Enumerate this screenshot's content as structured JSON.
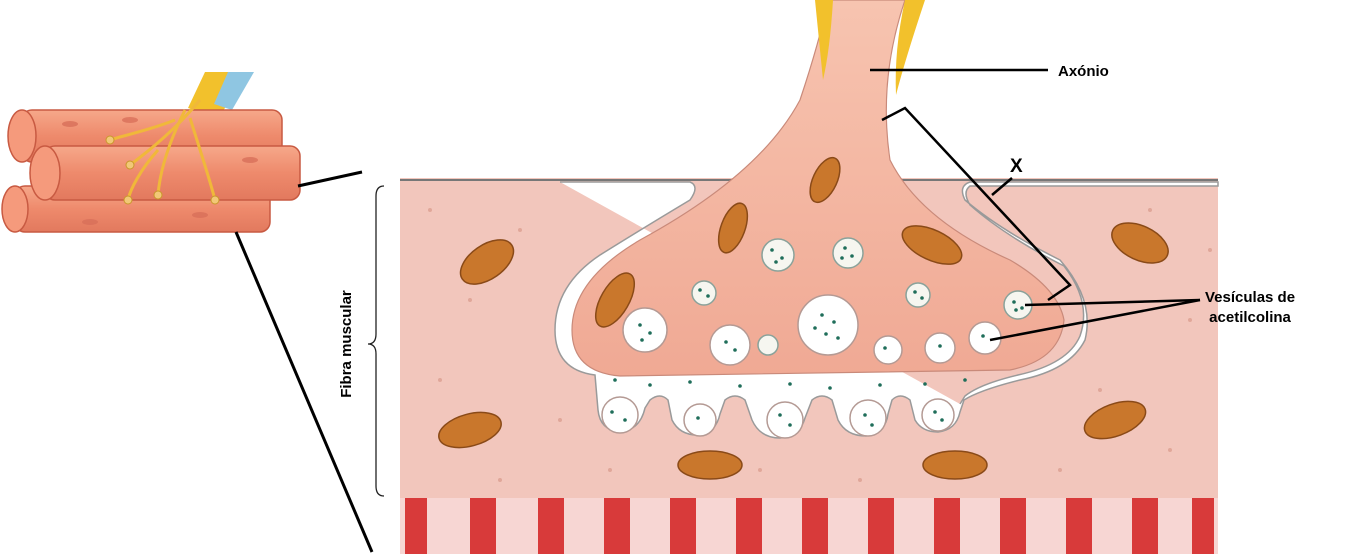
{
  "labels": {
    "axon": "Axónio",
    "x_marker": "X",
    "vesicles_line1": "Vesículas de",
    "vesicles_line2": "acetilcolina",
    "muscle_fiber": "Fibra muscular"
  },
  "colors": {
    "muscle_tissue": "#f2c6bc",
    "axon_terminal": "#f4b4a0",
    "mitochondria": "#c9772c",
    "vesicle_dots": "#1f6e5a",
    "myofibril_bands": "#d83a3a",
    "nerve_sheath": "#f2c12c"
  }
}
